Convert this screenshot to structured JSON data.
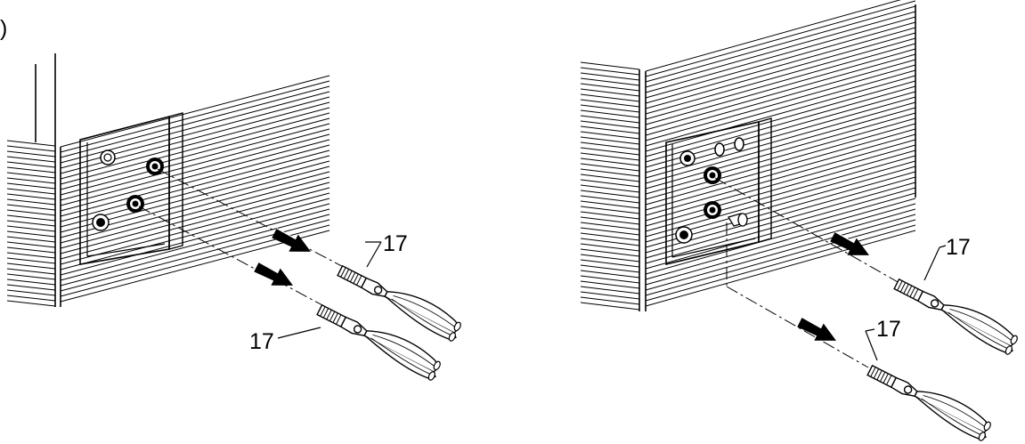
{
  "figure": {
    "partial_label": ")",
    "left_view": {
      "callouts": [
        {
          "text": "17"
        },
        {
          "text": "17"
        }
      ]
    },
    "right_view": {
      "callouts": [
        {
          "text": "17"
        },
        {
          "text": "17"
        }
      ]
    }
  },
  "colors": {
    "line": "#000000",
    "background": "#ffffff"
  }
}
